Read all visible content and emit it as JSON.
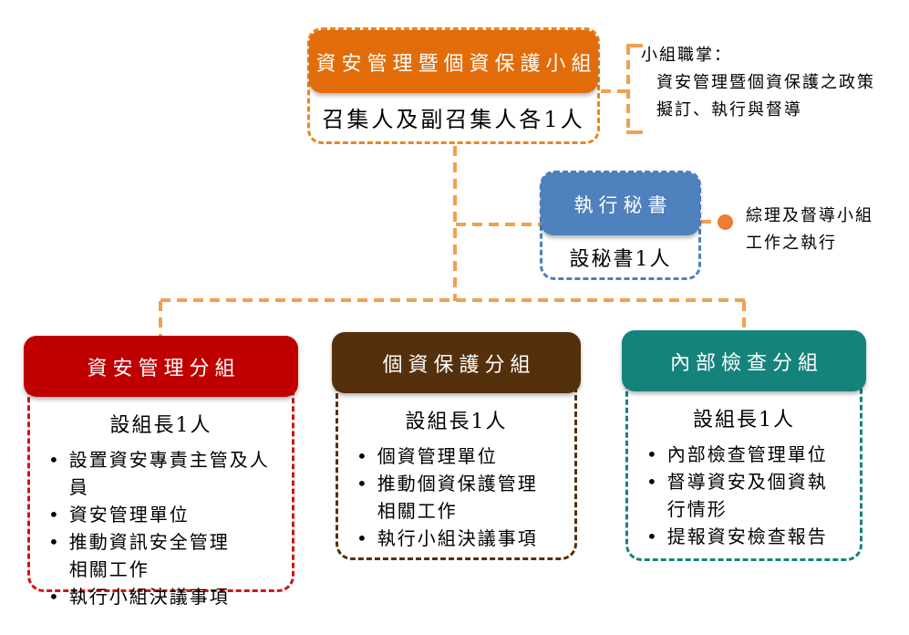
{
  "top_box": {
    "title": "資安管理暨個資保護小組",
    "subtitle": "召集人及副召集人各1人"
  },
  "top_note": {
    "heading": "小組職掌：",
    "line1": "資安管理暨個資保護之政策",
    "line2": "擬訂、執行與督導"
  },
  "secretary_box": {
    "title": "執行秘書",
    "subtitle": "設秘書1人"
  },
  "secretary_note": {
    "text": "綜理及督導小組\n工作之執行"
  },
  "bullet_glyph": "•",
  "groups": [
    {
      "title": "資安管理分組",
      "leader": "設組長1人",
      "color": "#C00000",
      "bullets": [
        "設置資安專責主管及人員",
        "資安管理單位",
        "推動資訊安全管理\n相關工作",
        "執行小組決議事項"
      ]
    },
    {
      "title": "個資保護分組",
      "leader": "設組長1人",
      "color": "#54300C",
      "bullets": [
        "個資管理單位",
        "推動個資保護管理\n相關工作",
        "執行小組決議事項"
      ]
    },
    {
      "title": "內部檢查分組",
      "leader": "設組長1人",
      "color": "#15837B",
      "bullets": [
        "內部檢查管理單位",
        "督導資安及個資執\n行情形",
        "提報資安檢查報告"
      ]
    }
  ],
  "colors": {
    "root_orange": "#E36C0A",
    "connector_orange": "#F0A052",
    "secretary_blue": "#4E81BD",
    "group_red": "#C00000",
    "group_brown": "#54300C",
    "group_teal": "#15837B",
    "annotation_dot": "#ED7D31"
  }
}
